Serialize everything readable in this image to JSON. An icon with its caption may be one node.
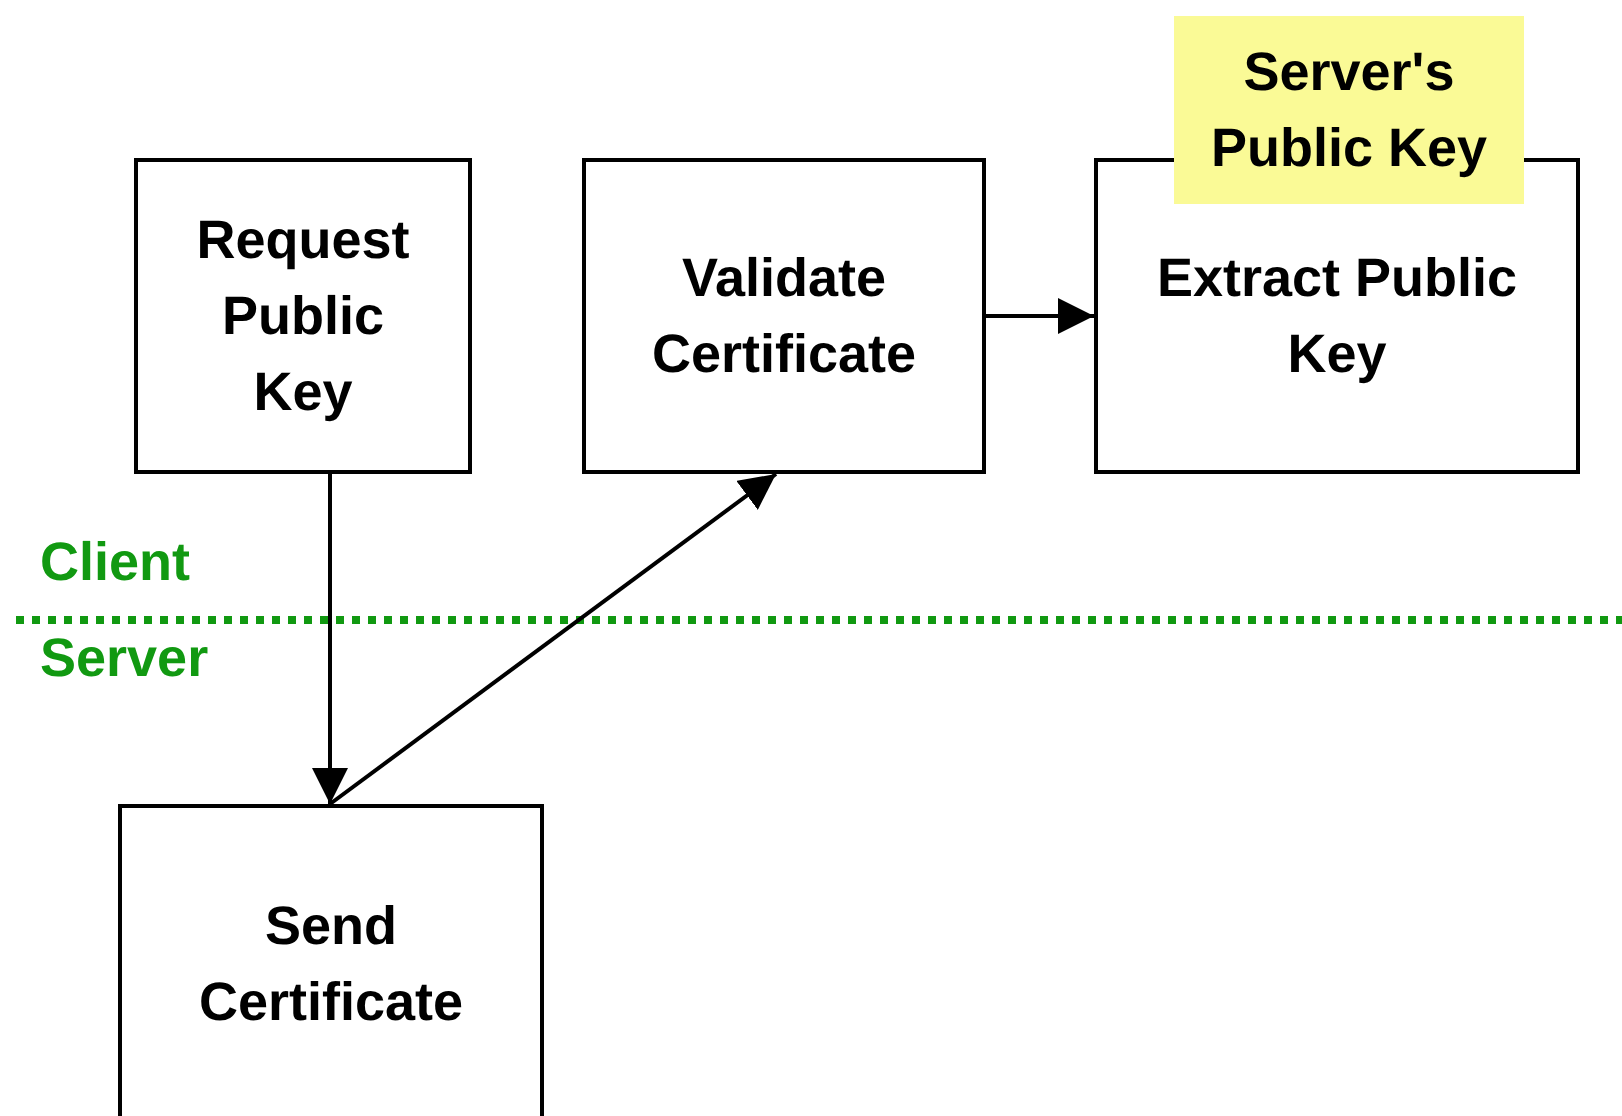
{
  "diagram": {
    "nodes": [
      {
        "text": [
          "Request Public Key"
        ]
      },
      {
        "text": [
          "Validate Certificate"
        ]
      },
      {
        "text": [
          "Extract Public Key"
        ]
      },
      {
        "text": [
          "Server's Public Key"
        ]
      },
      {
        "text": [
          "Send Certificate"
        ]
      }
    ],
    "edges": [
      {
        "from": 0,
        "to": 4,
        "arrow": "to"
      },
      {
        "from": 4,
        "to": 1,
        "arrow": "to"
      },
      {
        "from": 1,
        "to": 2,
        "arrow": "to"
      }
    ],
    "labels": [
      "Client",
      "Server"
    ]
  }
}
